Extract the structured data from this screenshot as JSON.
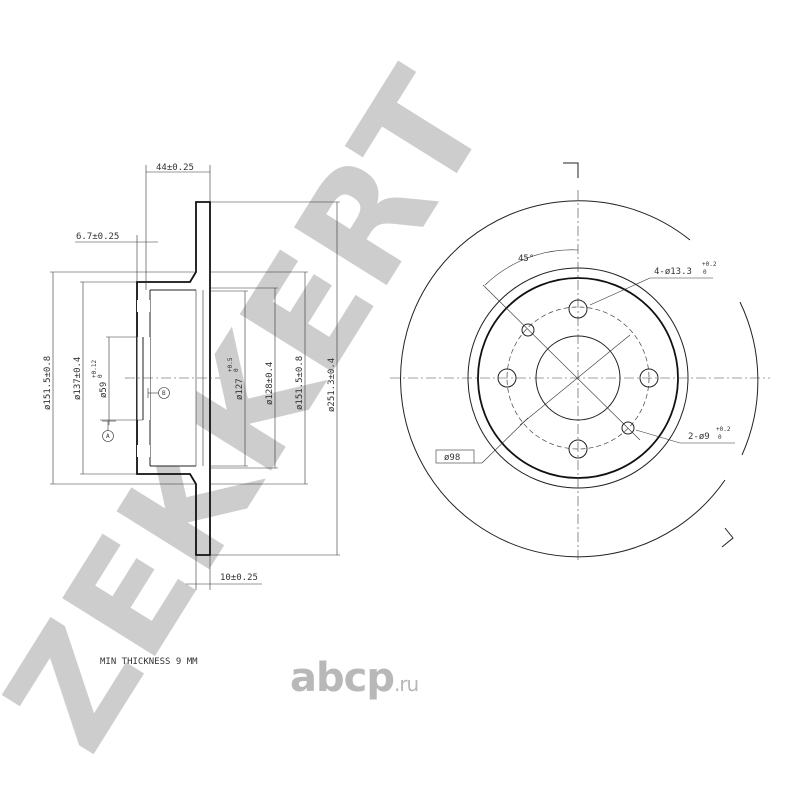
{
  "watermark": "ZEKKERT",
  "logo": {
    "main": "abcp",
    "suffix": ".ru"
  },
  "note": "MIN THICKNESS 9 MM",
  "section_view": {
    "dims": {
      "overall_depth": "44±0.25",
      "hat_wall": "6.7±0.25",
      "disc_thickness": "10±0.25",
      "d_outer_hat_left": "ø151.5±0.8",
      "d_137": "ø137±0.4",
      "d_center": "ø59",
      "d_center_tol": "+0.12",
      "d_center_tol_low": "0",
      "d_127": "ø127",
      "d_127_tol": "+0.5",
      "d_127_tol_low": "0",
      "d_128": "ø128±0.4",
      "d_outer_hat_right": "ø151.5±0.8",
      "d_disc": "ø251.3±0.4"
    },
    "datum_a": "A",
    "datum_b": "B"
  },
  "front_view": {
    "angle": "45°",
    "bolt_holes": "4-ø13.3",
    "bolt_tol": "+0.2",
    "bolt_tol_low": "0",
    "pin_holes": "2-ø9",
    "pin_tol": "+0.2",
    "pin_tol_low": "0",
    "pcd": "ø98"
  }
}
